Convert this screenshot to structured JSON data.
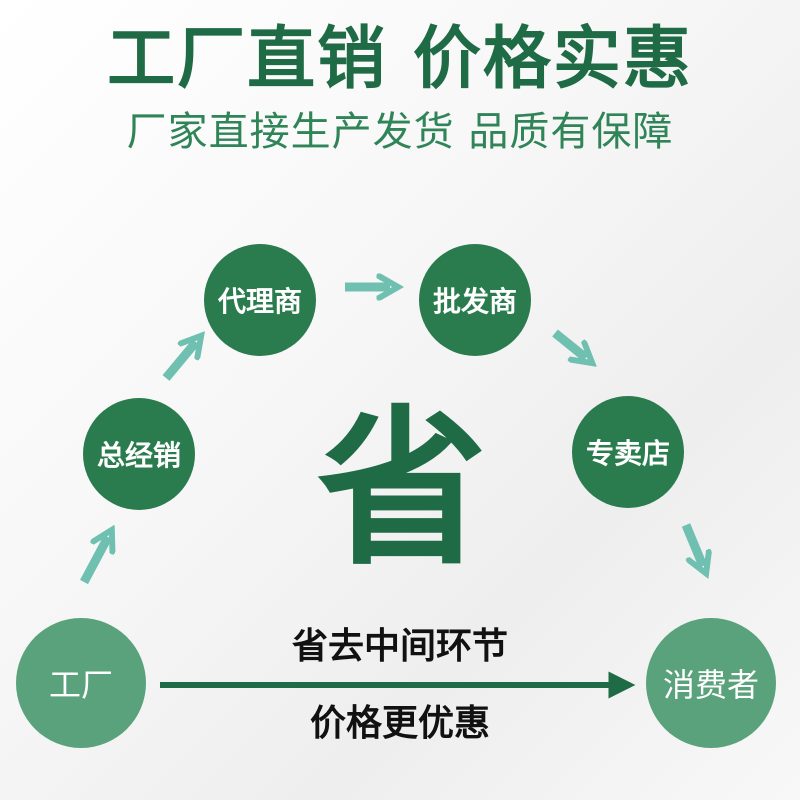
{
  "header": {
    "title": "工厂直销  价格实惠",
    "subtitle": "厂家直接生产发货 品质有保障"
  },
  "flow": {
    "nodes": {
      "factory": "工厂",
      "general_distributor": "总经销",
      "agent": "代理商",
      "wholesaler": "批发商",
      "store": "专卖店",
      "consumer": "消费者"
    },
    "center": "省",
    "caption_top": "省去中间环节",
    "caption_bottom": "价格更优惠"
  },
  "colors": {
    "dark_green": "#2a7c4e",
    "light_green": "#5aa27b",
    "arrow_teal": "#6fc0b1",
    "title_green": "#1f6b45"
  }
}
